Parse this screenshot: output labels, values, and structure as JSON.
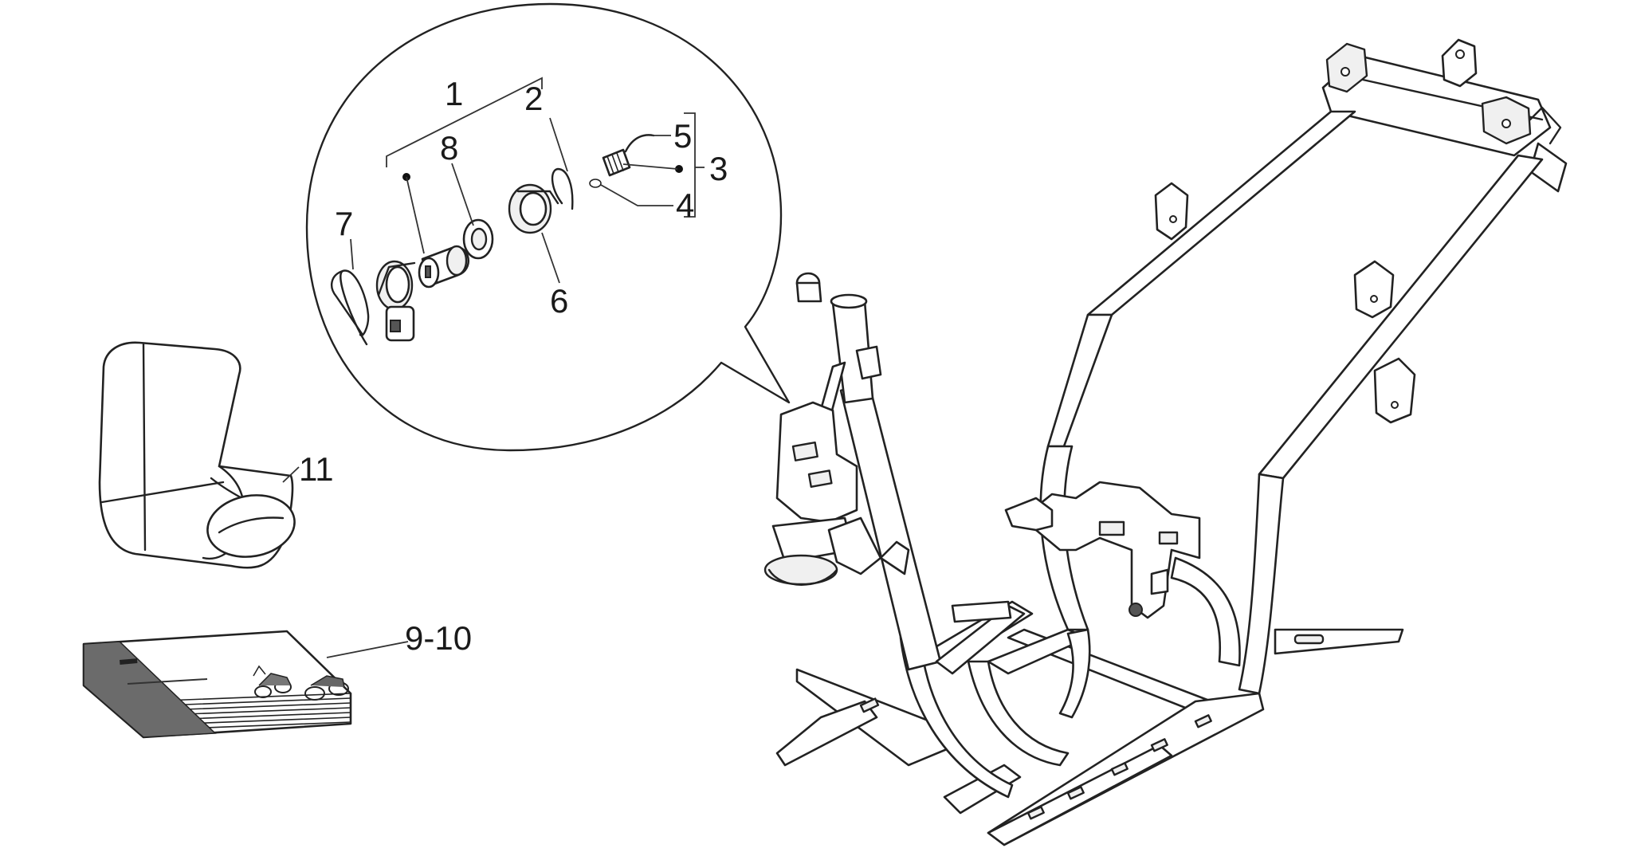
{
  "callouts": {
    "c1": "1",
    "c2": "2",
    "c3": "3",
    "c4": "4",
    "c5": "5",
    "c6": "6",
    "c7": "7",
    "c8": "8",
    "c11": "11",
    "c910": "9-10"
  },
  "icons": [
    "lock-cylinder-icon",
    "ignition-lock-icon",
    "spring-clip-icon",
    "tool-pouch-icon",
    "owner-manual-icon",
    "scooter-frame-icon"
  ]
}
